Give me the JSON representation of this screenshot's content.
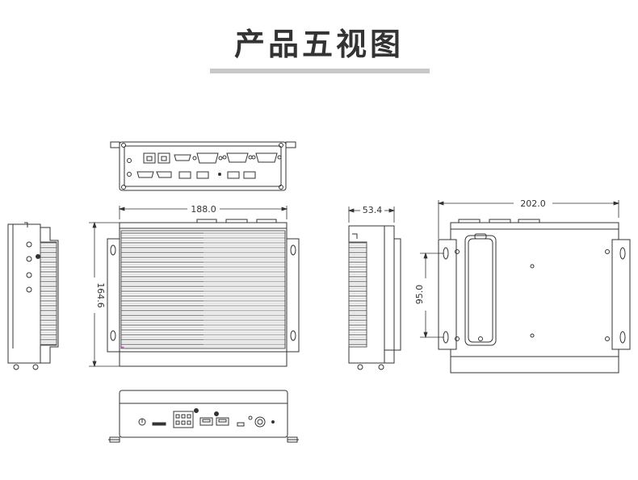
{
  "title": "产品五视图",
  "dimensions": {
    "front_width": "188.0",
    "front_height": "164.6",
    "side_depth": "53.4",
    "bottom_width": "202.0",
    "mount_spacing": "95.0"
  },
  "colors": {
    "line": "#333333",
    "underline": "#c8c8c8",
    "fill": "#f4f4f4"
  }
}
